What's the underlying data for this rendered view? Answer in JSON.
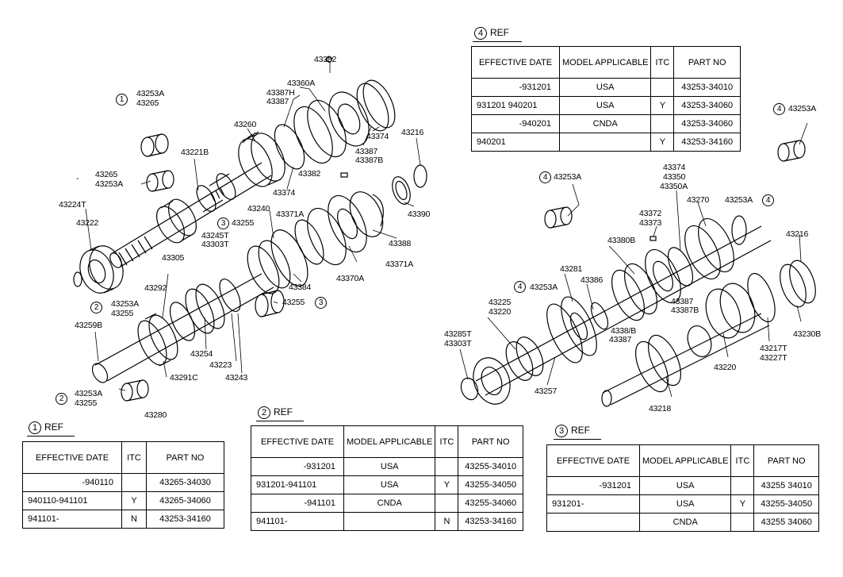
{
  "labels": {
    "p43382_top": "43382",
    "p43360a": "43360A",
    "p43387h": "43387H",
    "p43387_a": "43387",
    "p43260": "43260",
    "p43374_a": "43374",
    "p43387_b": "43387",
    "p43387b_a": "43387B",
    "p43216_a": "43216",
    "ref1_num": "1",
    "p43253a_1": "43253A",
    "p43265_1": "43265",
    "p43221b": "43221B",
    "p43265_d": "43265",
    "p43253a_d": "43253A",
    "p43374_b": "43374",
    "p43382_b": "43382",
    "p43224t": "43224T",
    "p43222": "43222",
    "p43240": "43240",
    "p43255_3": "43255",
    "ref3_num_a": "3",
    "p43371a_a": "43371A",
    "p43390": "43390",
    "p43245t": "43245T",
    "p43303t_a": "43303T",
    "p43305": "43305",
    "p43388": "43388",
    "p43371a_b": "43371A",
    "p43370a": "43370A",
    "p43292": "43292",
    "p43384": "43384",
    "p43255_b": "43255",
    "ref3_num_b": "3",
    "ref2_num_a": "2",
    "p43253a_2": "43253A",
    "p43255_2": "43255",
    "p43259b": "43259B",
    "p43254": "43254",
    "p43291c": "43291C",
    "p43223": "43223",
    "p43243": "43243",
    "ref2_num_b": "2",
    "p43253a_2b": "43253A",
    "p43255_2b": "43255",
    "p43280": "43280",
    "ref4_num_a": "4",
    "p43253a_4a": "43253A",
    "ref4_num_b": "4",
    "p43253a_4b": "43253A",
    "p43374_c": "43374",
    "p43350": "43350",
    "p43350a": "43350A",
    "p43270": "43270",
    "p43253a_4c": "43253A",
    "ref4_num_c": "4",
    "p43372": "43372",
    "p43373": "43373",
    "p43216_b": "43216",
    "p43380b": "43380B",
    "p43281": "43281",
    "p43386": "43386",
    "ref4_num_d": "4",
    "p43253a_4d": "43253A",
    "p43225": "43225",
    "p43220_a": "43220",
    "p43387_c": "43387",
    "p43387b_b": "43387B",
    "p43285t": "43285T",
    "p43303t_b": "43303T",
    "p4338_b": "4338/B",
    "p43387_d": "43387",
    "p43230b": "43230B",
    "p43217t": "43217T",
    "p43227t": "43227T",
    "p43220_b": "43220",
    "p43257": "43257",
    "p43218": "43218"
  },
  "refs": {
    "r1": {
      "num": "1",
      "title": "REF"
    },
    "r2": {
      "num": "2",
      "title": "REF"
    },
    "r3": {
      "num": "3",
      "title": "REF"
    },
    "r4": {
      "num": "4",
      "title": "REF"
    }
  },
  "table1": {
    "headers": [
      "EFFECTIVE DATE",
      "ITC",
      "PART NO"
    ],
    "rows": [
      [
        "-940110",
        "",
        "43265-34030"
      ],
      [
        "940110-941101",
        "Y",
        "43265-34060"
      ],
      [
        "941101-",
        "N",
        "43253-34160"
      ]
    ]
  },
  "table2": {
    "headers": [
      "EFFECTIVE DATE",
      "MODEL APPLICABLE",
      "ITC",
      "PART NO"
    ],
    "rows": [
      [
        "-931201",
        "USA",
        "",
        "43255-34010"
      ],
      [
        "931201-941101",
        "USA",
        "Y",
        "43255-34050"
      ],
      [
        "-941101",
        "CNDA",
        "",
        "43255-34060"
      ],
      [
        "941101-",
        "",
        "N",
        "43253-34160"
      ]
    ]
  },
  "table3": {
    "headers": [
      "EFFECTIVE DATE",
      "MODEL APPLICABLE",
      "ITC",
      "PART NO"
    ],
    "rows": [
      [
        "-931201",
        "USA",
        "",
        "43255 34010"
      ],
      [
        "931201-",
        "USA",
        "Y",
        "43255-34050"
      ],
      [
        "",
        "CNDA",
        "",
        "43255 34060"
      ]
    ]
  },
  "table4": {
    "headers": [
      "EFFECTIVE DATE",
      "MODEL APPLICABLE",
      "ITC",
      "PART NO"
    ],
    "rows": [
      [
        "-931201",
        "USA",
        "",
        "43253-34010"
      ],
      [
        "931201 940201",
        "USA",
        "Y",
        "43253-34060"
      ],
      [
        "-940201",
        "CNDA",
        "",
        "43253-34060"
      ],
      [
        "940201",
        "",
        "Y",
        "43253-34160"
      ]
    ]
  }
}
